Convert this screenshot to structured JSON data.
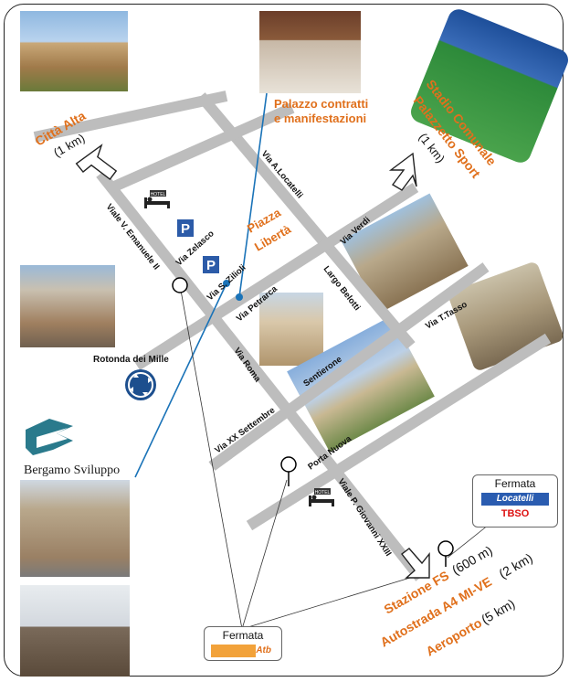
{
  "destinations": {
    "citta_alta": {
      "name": "Città Alta",
      "distance": "(1 km)"
    },
    "stadio": {
      "line1": "Stadio Comunale",
      "line2": "Palazzetto Sport",
      "distance": "(1 km)"
    },
    "palazzo": {
      "line1": "Palazzo contratti",
      "line2": "e manifestazioni"
    },
    "piazza": {
      "line1": "Piazza",
      "line2": "Libertà"
    },
    "bottom": {
      "stazione": "Stazione FS",
      "stazione_dist": "(600 m)",
      "autostrada": "Autostrada A4 MI-VE",
      "autostrada_dist": "(2 km)",
      "aeroporto": "Aeroporto",
      "aeroporto_dist": "(5 km)"
    }
  },
  "streets": {
    "emanuele": "Viale V. Emanuele II",
    "zelasco": "Via Zelasco",
    "zilioli": "Via S. Zilioli",
    "petrarca": "Via Petrarca",
    "locatelli": "Via A.Locatelli",
    "verdi": "Via Verdi",
    "belotti": "Largo Belotti",
    "tasso": "Via T.Tasso",
    "roma": "Via Roma",
    "sentierone": "Sentierone",
    "settembre": "Via XX Settembre",
    "porta_nuova": "Porta Nuova",
    "giovanni": "Viale P. Giovanni XXIII"
  },
  "landmarks": {
    "rotonda": "Rotonda dei Mille",
    "bergamo_sviluppo": "Bergamo Sviluppo"
  },
  "legend": {
    "hotel": "HOTEL",
    "parking": "P",
    "fermata_top": "Fermata",
    "fermata_bottom": "Fermata",
    "bus_company_1": "Locatelli",
    "bus_company_2": "TBSO",
    "bus_company_3": "Atb"
  },
  "colors": {
    "orange": "#E0701C",
    "road": "#BDBDBD",
    "blue_line": "#1A73B8",
    "parking_blue": "#2C5BA8",
    "rotonda_blue": "#1D4F8E"
  },
  "icons": [
    "hotel-icon",
    "parking-icon",
    "bus-stop-icon",
    "roundabout-icon",
    "arrow-icon"
  ]
}
